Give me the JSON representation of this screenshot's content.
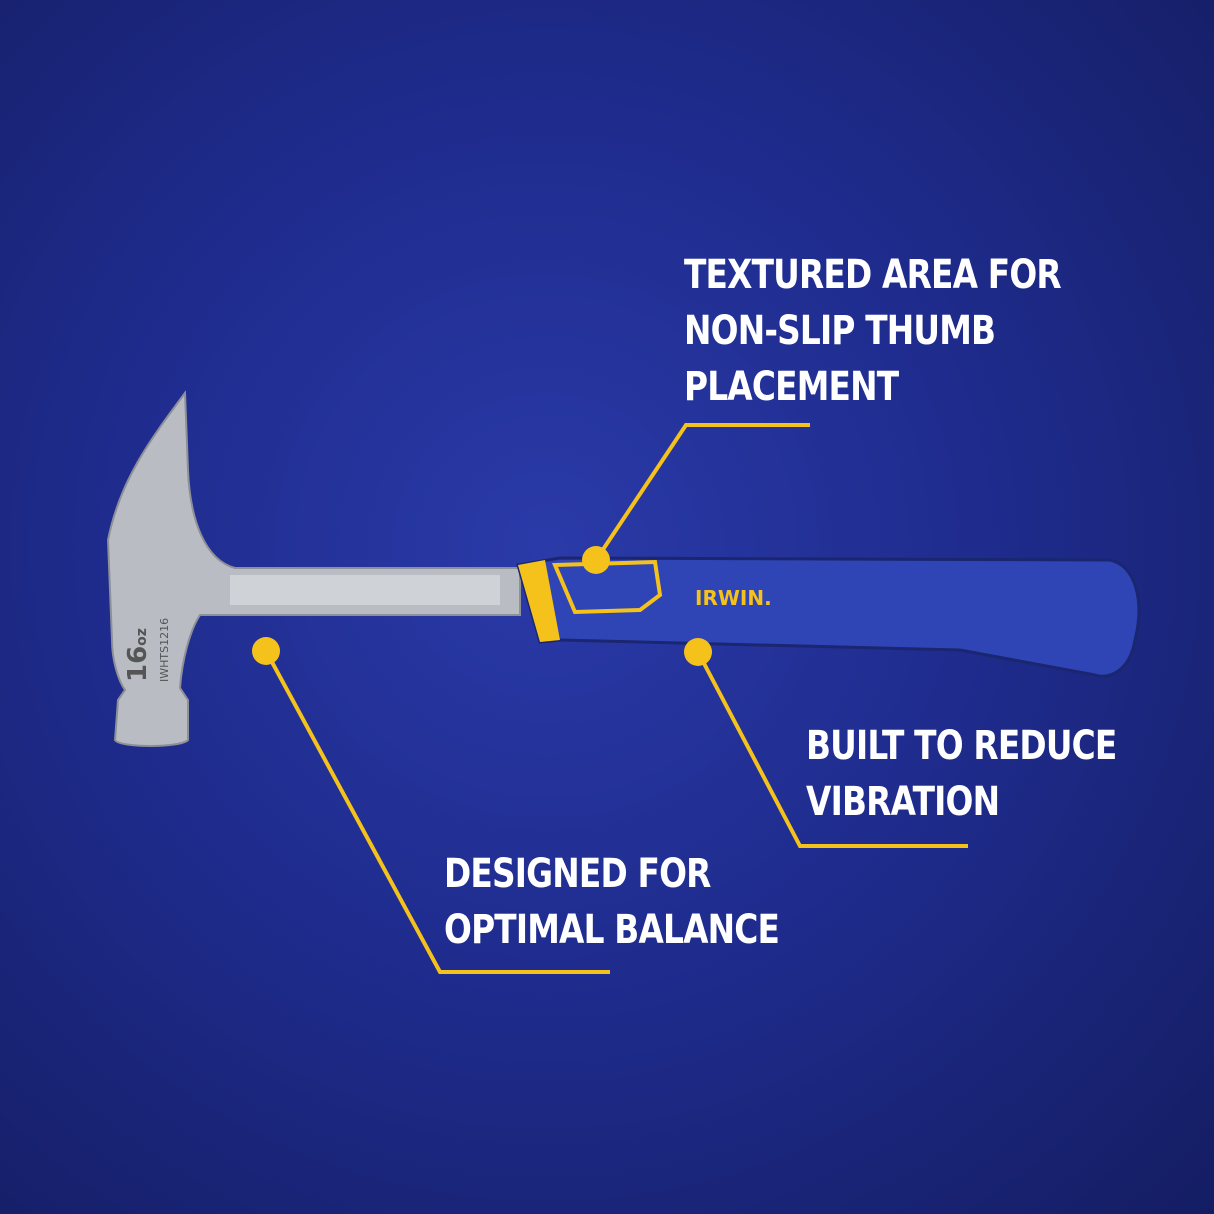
{
  "colors": {
    "accent": "#f5c21b",
    "background": "#1f2c8e",
    "handle": "#2f45b5"
  },
  "brand": "IRWIN.",
  "hammer": {
    "weight": "16",
    "unit": "oz",
    "model": "IWHTS1216"
  },
  "callouts": [
    {
      "lines": [
        "TEXTURED AREA FOR",
        "NON-SLIP THUMB",
        "PLACEMENT"
      ]
    },
    {
      "lines": [
        "BUILT TO REDUCE",
        "VIBRATION"
      ]
    },
    {
      "lines": [
        "DESIGNED FOR",
        "OPTIMAL BALANCE"
      ]
    }
  ]
}
